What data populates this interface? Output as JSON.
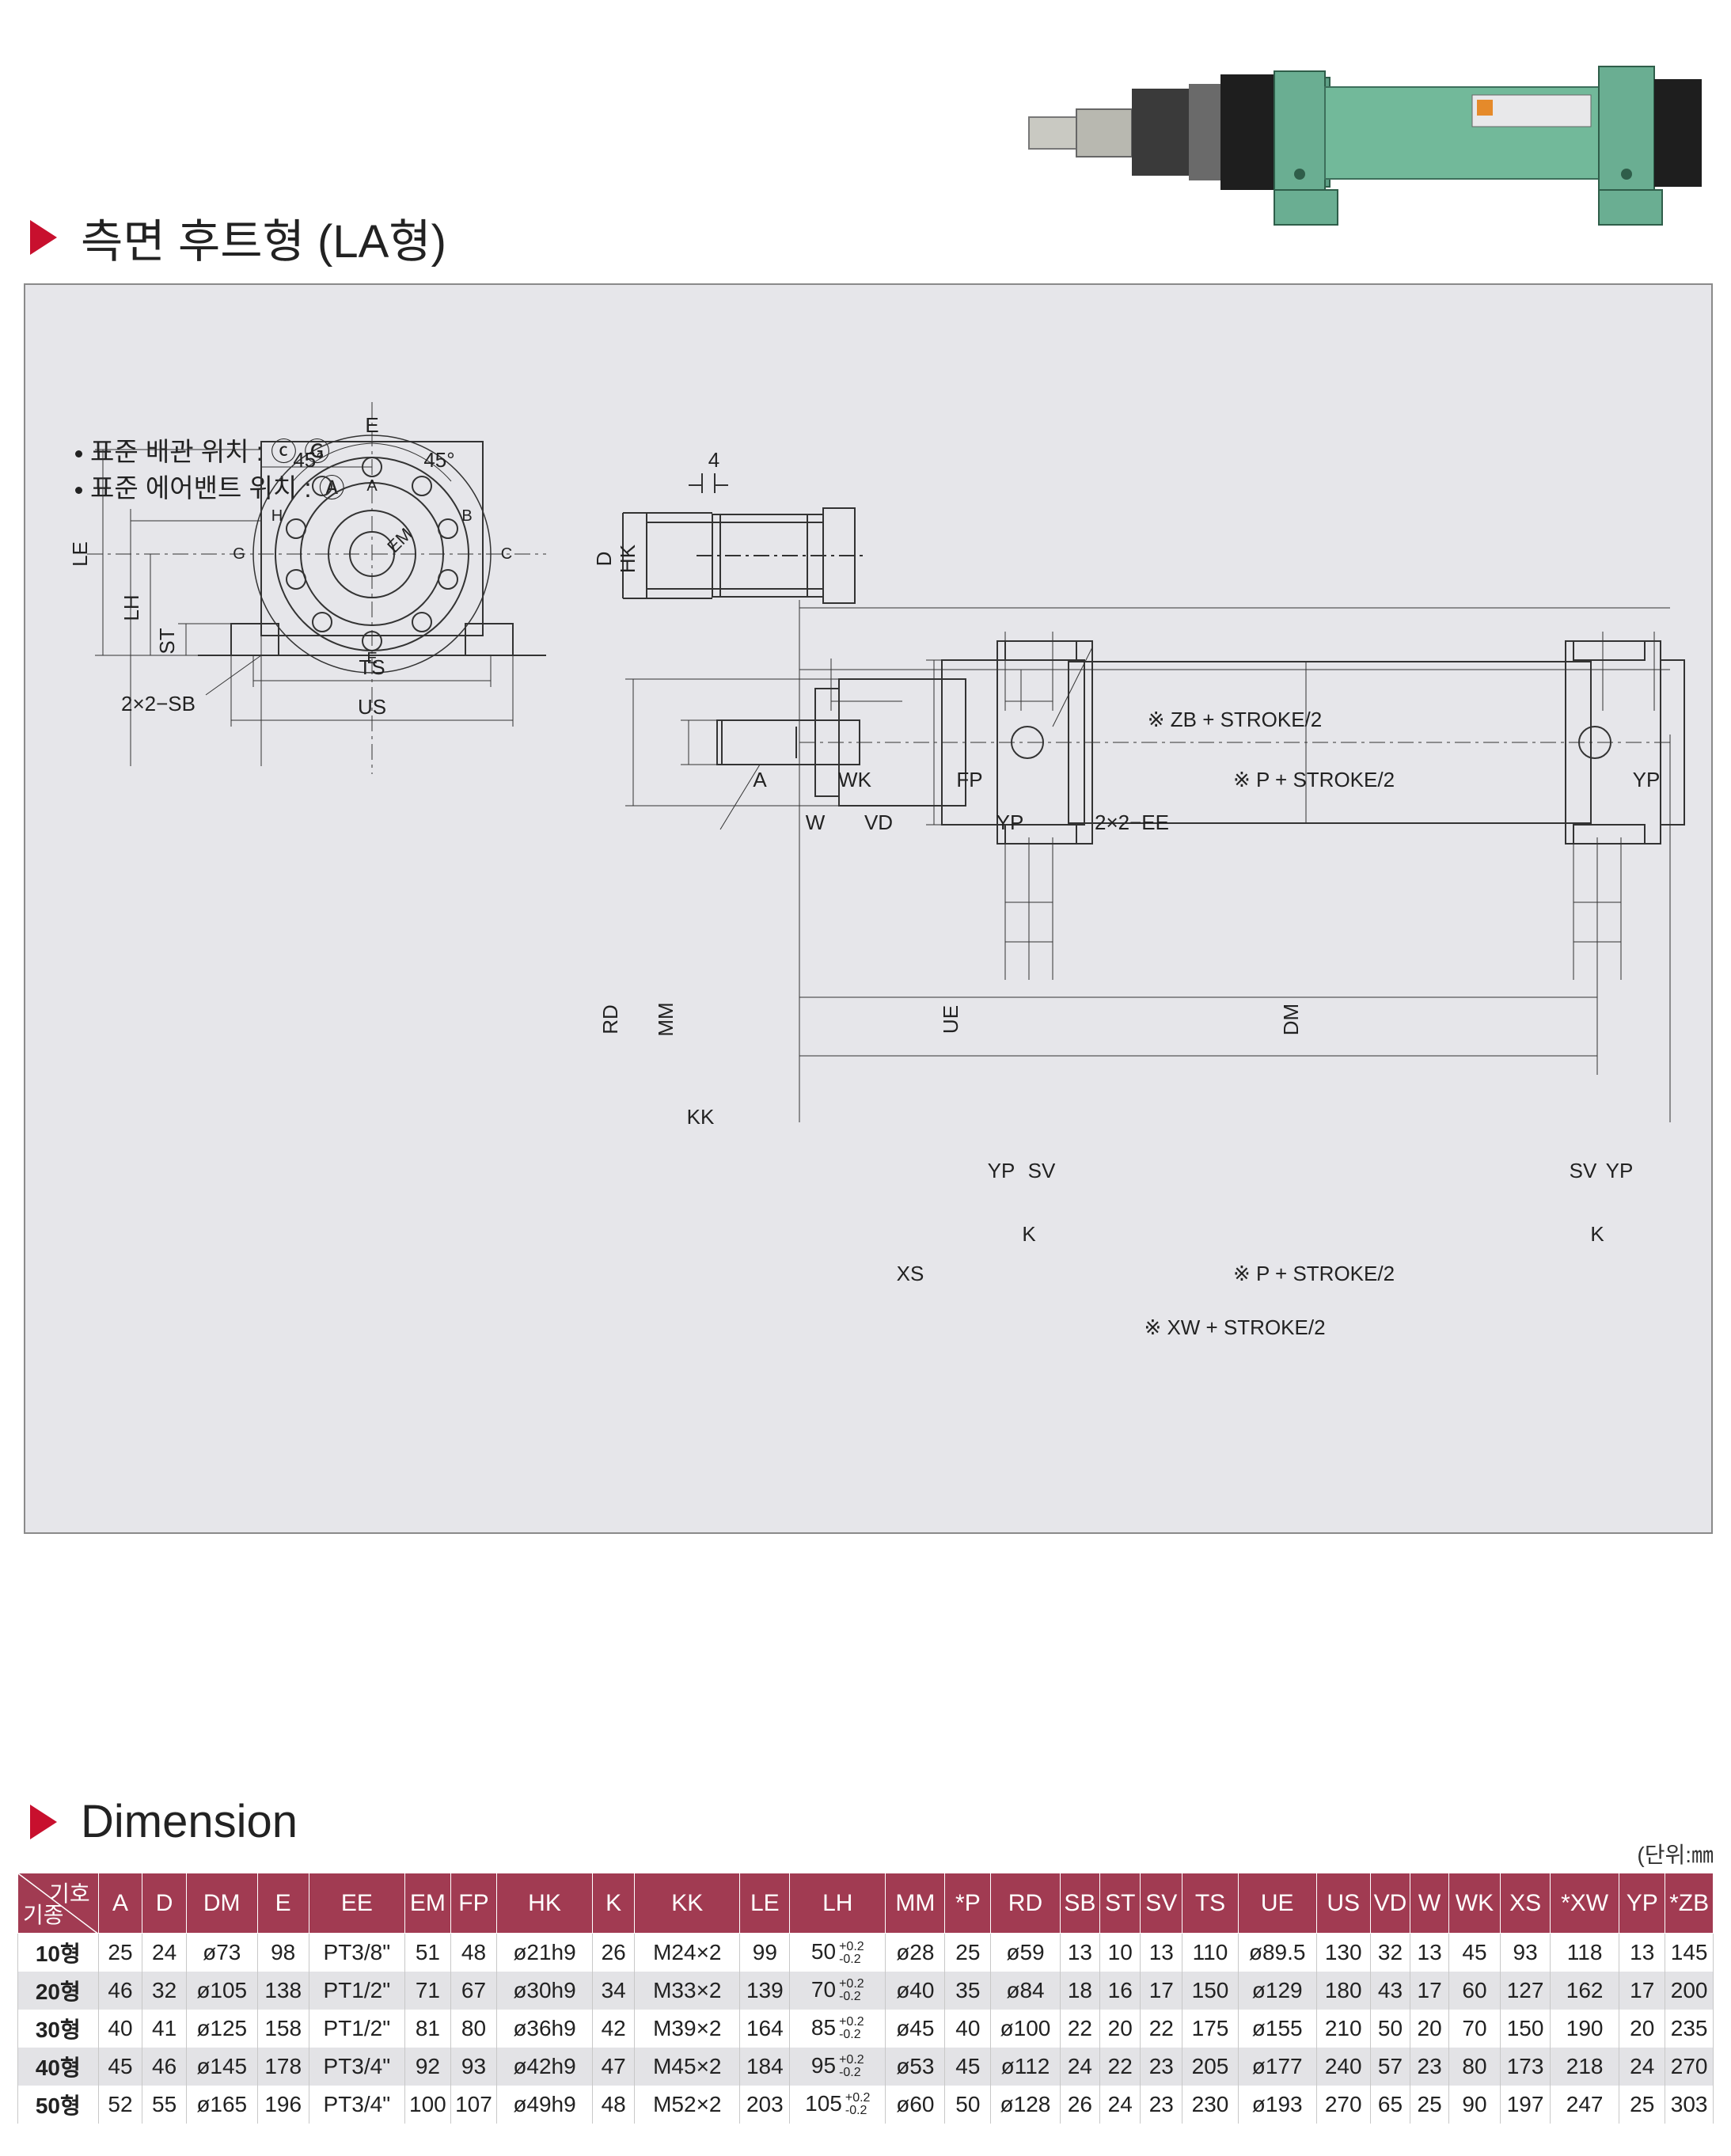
{
  "header": {
    "section_title": "측면 후트형 (LA형)"
  },
  "drawing": {
    "notes": [
      "표준 배관 위치 : ⓒ Ⓖ",
      "표준 에어밴트 위치 : Ⓐ"
    ],
    "top_view_labels": {
      "dim_4": "4",
      "D": "D",
      "HK": "HK"
    },
    "front_view_labels": {
      "E": "E",
      "angle_left": "45°",
      "angle_right": "45°",
      "port_A": "A",
      "port_B": "B",
      "port_C": "C",
      "port_E": "E",
      "port_G": "G",
      "port_H": "H",
      "EM": "EM",
      "LE": "LE",
      "LH": "LH",
      "ST": "ST",
      "SB": "2×2−SB",
      "TS": "TS",
      "US": "US"
    },
    "side_view_labels": {
      "ZB": "※ ZB + STROKE/2",
      "A": "A",
      "WK": "WK",
      "FP": "FP",
      "P_top": "※ P + STROKE/2",
      "YP_top": "YP",
      "W": "W",
      "VD": "VD",
      "YP_mid": "YP",
      "EE": "2×2−EE",
      "RD": "RD",
      "MM": "MM",
      "UE": "UE",
      "DM": "DM",
      "KK": "KK",
      "YP_left": "YP",
      "SV_left": "SV",
      "SV_right": "SV",
      "YP_right": "YP",
      "K_left": "K",
      "K_right": "K",
      "XS": "XS",
      "P_bottom": "※ P + STROKE/2",
      "XW": "※ XW + STROKE/2"
    }
  },
  "dimension": {
    "title": "Dimension",
    "unit_note": "(단위:㎜",
    "corner_top": "기호",
    "corner_bottom": "기종",
    "columns": [
      "A",
      "D",
      "DM",
      "E",
      "EE",
      "EM",
      "FP",
      "HK",
      "K",
      "KK",
      "LE",
      "LH",
      "MM",
      "*P",
      "RD",
      "SB",
      "ST",
      "SV",
      "TS",
      "UE",
      "US",
      "VD",
      "W",
      "WK",
      "XS",
      "*XW",
      "YP",
      "*ZB"
    ],
    "lh_tolerance": {
      "upper": "+0.2",
      "lower": "-0.2"
    },
    "rows": [
      {
        "model": "10형",
        "values": [
          "25",
          "24",
          "ø73",
          "98",
          "PT3/8\"",
          "51",
          "48",
          "ø21h9",
          "26",
          "M24×2",
          "99",
          "50",
          "ø28",
          "25",
          "ø59",
          "13",
          "10",
          "13",
          "110",
          "ø89.5",
          "130",
          "32",
          "13",
          "45",
          "93",
          "118",
          "13",
          "145"
        ]
      },
      {
        "model": "20형",
        "values": [
          "46",
          "32",
          "ø105",
          "138",
          "PT1/2\"",
          "71",
          "67",
          "ø30h9",
          "34",
          "M33×2",
          "139",
          "70",
          "ø40",
          "35",
          "ø84",
          "18",
          "16",
          "17",
          "150",
          "ø129",
          "180",
          "43",
          "17",
          "60",
          "127",
          "162",
          "17",
          "200"
        ]
      },
      {
        "model": "30형",
        "values": [
          "40",
          "41",
          "ø125",
          "158",
          "PT1/2\"",
          "81",
          "80",
          "ø36h9",
          "42",
          "M39×2",
          "164",
          "85",
          "ø45",
          "40",
          "ø100",
          "22",
          "20",
          "22",
          "175",
          "ø155",
          "210",
          "50",
          "20",
          "70",
          "150",
          "190",
          "20",
          "235"
        ]
      },
      {
        "model": "40형",
        "values": [
          "45",
          "46",
          "ø145",
          "178",
          "PT3/4\"",
          "92",
          "93",
          "ø42h9",
          "47",
          "M45×2",
          "184",
          "95",
          "ø53",
          "45",
          "ø112",
          "24",
          "22",
          "23",
          "205",
          "ø177",
          "240",
          "57",
          "23",
          "80",
          "173",
          "218",
          "24",
          "270"
        ]
      },
      {
        "model": "50형",
        "values": [
          "52",
          "55",
          "ø165",
          "196",
          "PT3/4\"",
          "100",
          "107",
          "ø49h9",
          "48",
          "M52×2",
          "203",
          "105",
          "ø60",
          "50",
          "ø128",
          "26",
          "24",
          "23",
          "230",
          "ø193",
          "270",
          "65",
          "25",
          "90",
          "197",
          "247",
          "25",
          "303"
        ]
      }
    ]
  }
}
